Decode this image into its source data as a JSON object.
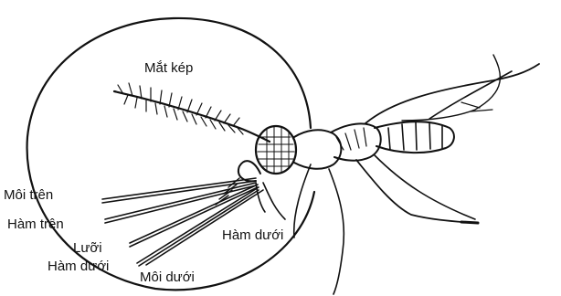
{
  "labels": {
    "compound_eye": "Mắt kép",
    "upper_lip": "Môi trên",
    "upper_jaw": "Hàm trên",
    "tongue": "Lưỡi",
    "lower_jaw_left": "Hàm dưới",
    "lower_jaw_right": "Hàm dưới",
    "lower_lip": "Môi dưới"
  },
  "colors": {
    "ink": "#111111",
    "background": "#ffffff"
  }
}
